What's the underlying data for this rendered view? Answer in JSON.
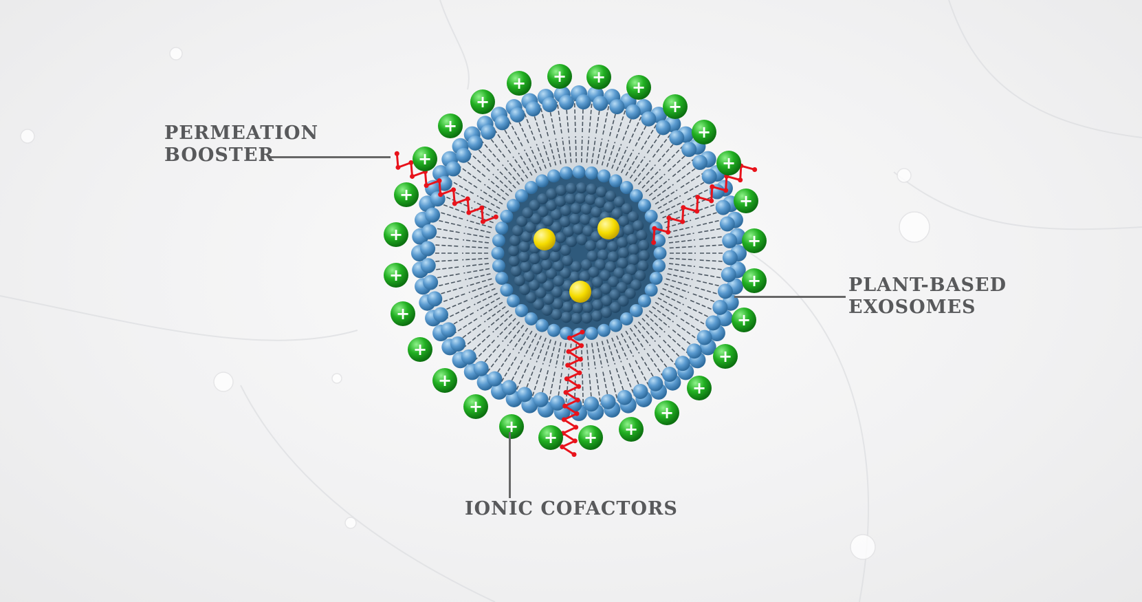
{
  "labels": {
    "permeation_booster": [
      "PERMEATION",
      "BOOSTER"
    ],
    "plant_based_exosomes": [
      "PLANT-BASED",
      "EXOSOMES"
    ],
    "ionic_cofactors": "IONIC COFACTORS"
  },
  "colors": {
    "head": "#5b9bd0",
    "tail": "#4a5560",
    "core": "#2f5a7c",
    "cargo": "#f5dc00",
    "ion": "#22b022",
    "booster": "#e8131b",
    "text": "#58595b"
  },
  "ion_symbol": "+"
}
